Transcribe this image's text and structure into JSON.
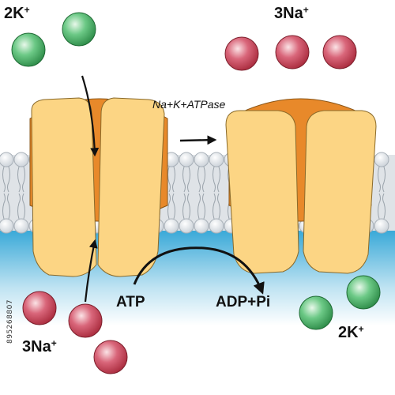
{
  "labels": {
    "k_top_left": {
      "base": "2K",
      "sup": "+"
    },
    "na_top_right": {
      "base": "3Na",
      "sup": "+"
    },
    "na_bottom_left": {
      "base": "3Na",
      "sup": "+"
    },
    "k_bottom_right": {
      "base": "2K",
      "sup": "+"
    },
    "enzyme": "Na+K+ATPase",
    "atp": "ATP",
    "adp": "ADP+Pi",
    "stock_id": "895268807"
  },
  "ions": {
    "potassium_count_outside": 2,
    "sodium_count_outside": 3,
    "sodium_count_inside": 3,
    "potassium_count_inside": 2
  },
  "colors": {
    "potassium": "#3aa55a",
    "sodium": "#c43a4c",
    "pump_body": "#fbd27e",
    "pump_core": "#e68a28",
    "membrane_head": "#e8ecf0",
    "membrane_bg": "#d6dbe0",
    "cytoplasm": "#5ab8dd",
    "arrow": "#111111"
  }
}
